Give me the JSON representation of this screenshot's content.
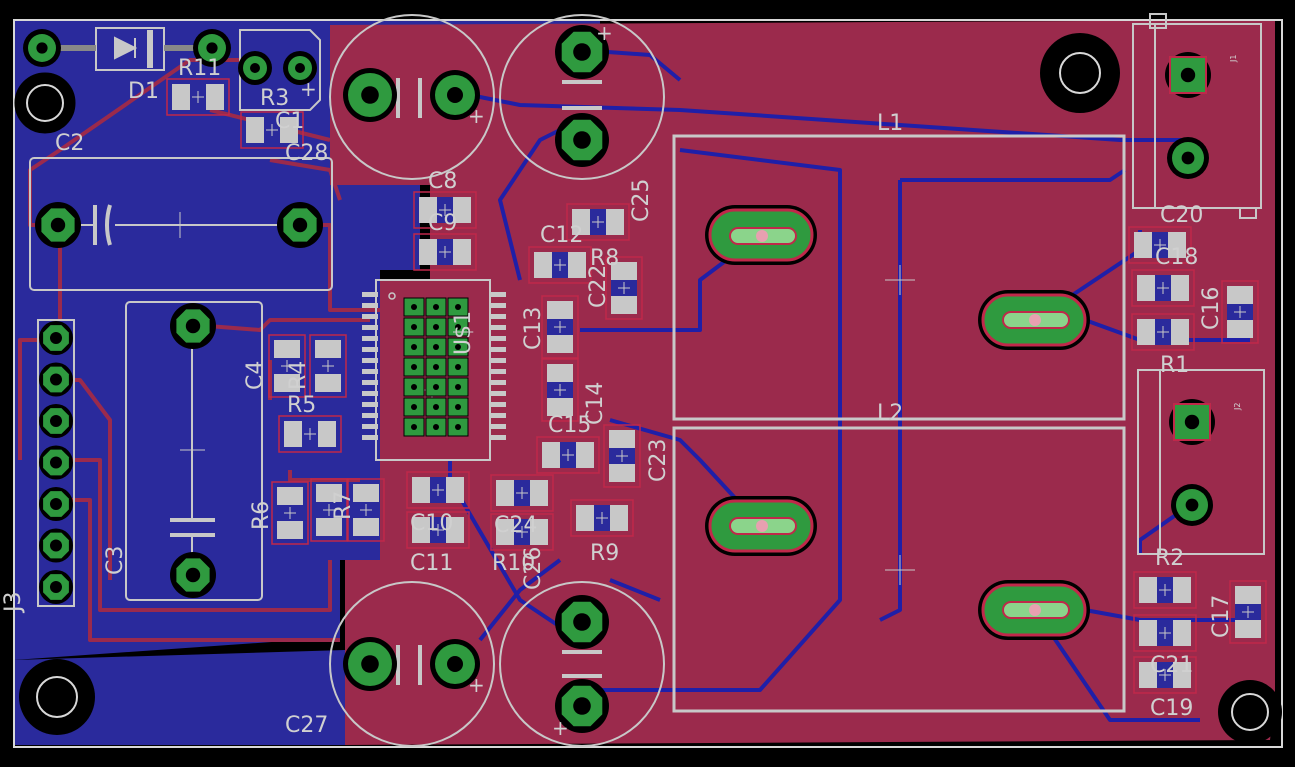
{
  "colors": {
    "background": "#000000",
    "bottom_copper": "#2a2a9c",
    "bottom_trace": "#1f1fa8",
    "top_copper": "#9b2a4c",
    "top_trace": "#9b2a4c",
    "pad": "#2f9a3f",
    "silkscreen": "#c8c8c8",
    "label": "#d0d0d0",
    "pad_outline": "#c0284a"
  },
  "labels": {
    "d1": "D1",
    "r11": "R11",
    "r3": "R3",
    "c1": "C1",
    "c28": "C28",
    "c2": "C2",
    "c8": "C8",
    "c9": "C9",
    "c12": "C12",
    "r8": "R8",
    "c25": "C25",
    "c22": "C22",
    "u1": "U$1",
    "c13": "C13",
    "c14": "C14",
    "c15": "C15",
    "c23": "C23",
    "c4": "C4",
    "r4": "R4",
    "r5": "R5",
    "r6": "R6",
    "r7": "R7",
    "c10": "C10",
    "c11": "C11",
    "c24": "C24",
    "r10": "R10",
    "c26": "C26",
    "r9": "R9",
    "c3": "C3",
    "j3": "J3",
    "c27": "C27",
    "l1": "L1",
    "l2": "L2",
    "c20": "C20",
    "c18": "C18",
    "c16": "C16",
    "r1": "R1",
    "r2": "R2",
    "c17": "C17",
    "c21": "C21",
    "c19": "C19",
    "j1": "J1",
    "j2": "J2",
    "plus": "+"
  }
}
